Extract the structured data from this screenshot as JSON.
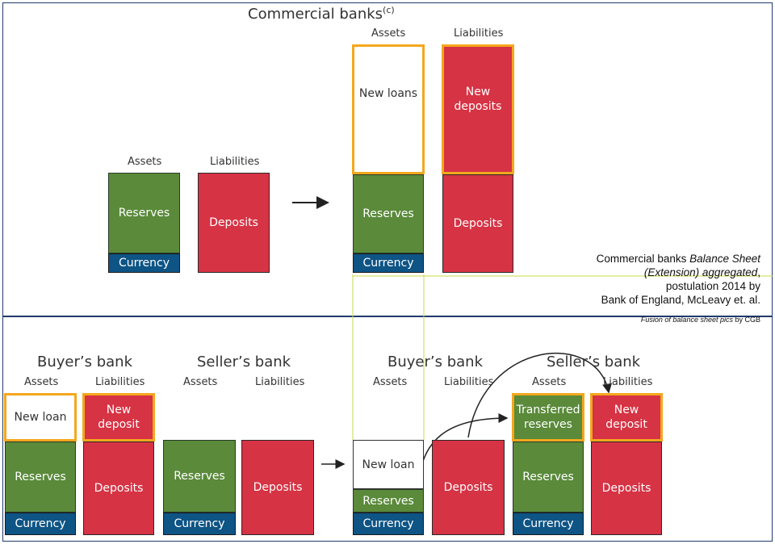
{
  "top": {
    "title": "Commercial banks",
    "title_sup": "(c)",
    "before": {
      "assets_label": "Assets",
      "liabilities_label": "Liabilities",
      "reserves": "Reserves",
      "currency": "Currency",
      "deposits": "Deposits"
    },
    "after": {
      "assets_label": "Assets",
      "liabilities_label": "Liabilities",
      "new_loans": "New loans",
      "new_deposits": "New deposits",
      "reserves": "Reserves",
      "currency": "Currency",
      "deposits": "Deposits"
    },
    "note": {
      "line1_pre": "Commercial banks ",
      "line1_em": "Balance Sheet",
      "line2_em": "(Extension) aggregated",
      "line2_post": ",",
      "line3": "postulation 2014 by",
      "line4": "Bank of England, McLeavy et. al."
    }
  },
  "credit": {
    "em": "Fusion of balance sheet pics",
    "post": " by CGB"
  },
  "bottom": {
    "before": {
      "buyer": {
        "title": "Buyer’s bank",
        "assets_label": "Assets",
        "liabilities_label": "Liabilities",
        "new_loan": "New loan",
        "new_deposit": "New deposit",
        "reserves": "Reserves",
        "currency": "Currency",
        "deposits": "Deposits"
      },
      "seller": {
        "title": "Seller’s bank",
        "assets_label": "Assets",
        "liabilities_label": "Liabilities",
        "reserves": "Reserves",
        "currency": "Currency",
        "deposits": "Deposits"
      }
    },
    "after": {
      "buyer": {
        "title": "Buyer’s bank",
        "assets_label": "Assets",
        "liabilities_label": "Liabilities",
        "new_loan": "New loan",
        "reserves": "Reserves",
        "currency": "Currency",
        "deposits": "Deposits"
      },
      "seller": {
        "title": "Seller’s bank",
        "assets_label": "Assets",
        "liabilities_label": "Liabilities",
        "transferred_reserves": "Transferred reserves",
        "new_deposit": "New deposit",
        "reserves": "Reserves",
        "currency": "Currency",
        "deposits": "Deposits"
      }
    }
  },
  "colors": {
    "reserves": "#5a8a3a",
    "deposits": "#d63344",
    "currency": "#0e5485",
    "highlight": "#f4a71d",
    "frame": "#1f3a6e",
    "connector": "#c9d94a"
  }
}
